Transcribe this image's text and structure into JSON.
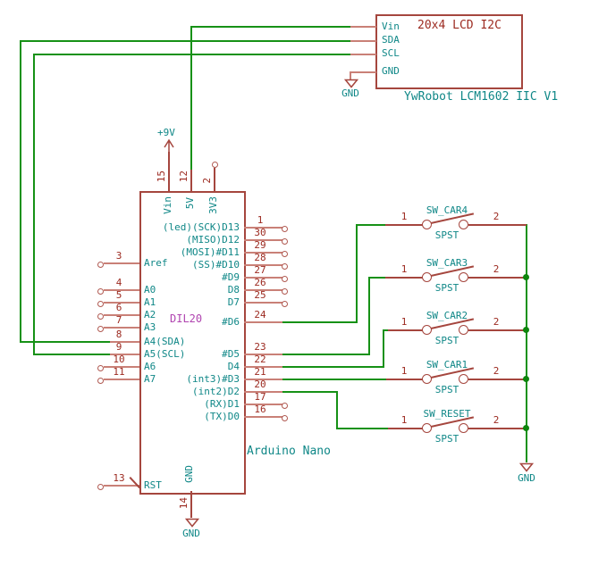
{
  "lcd": {
    "title": "20x4 LCD I2C",
    "model": "YwRobot LCM1602 IIC V1",
    "pins": {
      "vin": "Vin",
      "sda": "SDA",
      "scl": "SCL",
      "gnd": "GND"
    },
    "gnd_label": "GND"
  },
  "arduino": {
    "name": "Arduino Nano",
    "package": "DIL20",
    "power_rail": "+9V",
    "top_pins": [
      {
        "num": "15",
        "label": "Vin"
      },
      {
        "num": "12",
        "label": "5V"
      },
      {
        "num": "2",
        "label": "3V3"
      }
    ],
    "left_pins": [
      {
        "num": "3",
        "label": "Aref"
      },
      {
        "num": "4",
        "label": "A0"
      },
      {
        "num": "5",
        "label": "A1"
      },
      {
        "num": "6",
        "label": "A2"
      },
      {
        "num": "7",
        "label": "A3"
      },
      {
        "num": "8",
        "label": "A4(SDA)"
      },
      {
        "num": "9",
        "label": "A5(SCL)"
      },
      {
        "num": "10",
        "label": "A6"
      },
      {
        "num": "11",
        "label": "A7"
      }
    ],
    "right_pins": [
      {
        "num": "1",
        "label": "(led)(SCK)D13"
      },
      {
        "num": "30",
        "label": "(MISO)D12"
      },
      {
        "num": "29",
        "label": "(MOSI)#D11"
      },
      {
        "num": "28",
        "label": "(SS)#D10"
      },
      {
        "num": "27",
        "label": "#D9"
      },
      {
        "num": "26",
        "label": "D8"
      },
      {
        "num": "25",
        "label": "D7"
      },
      {
        "num": "24",
        "label": "#D6"
      },
      {
        "num": "23",
        "label": "#D5"
      },
      {
        "num": "22",
        "label": "D4"
      },
      {
        "num": "21",
        "label": "(int3)#D3"
      },
      {
        "num": "20",
        "label": "(int2)D2"
      },
      {
        "num": "17",
        "label": "(RX)D1"
      },
      {
        "num": "16",
        "label": "(TX)D0"
      }
    ],
    "rst_pin": {
      "num": "13",
      "label": "RST"
    },
    "bottom_pin": {
      "num": "14",
      "label": "GND"
    },
    "gnd_label": "GND"
  },
  "switches": [
    {
      "name": "SW_CAR4",
      "type": "SPST",
      "pin1": "1",
      "pin2": "2"
    },
    {
      "name": "SW_CAR3",
      "type": "SPST",
      "pin1": "1",
      "pin2": "2"
    },
    {
      "name": "SW_CAR2",
      "type": "SPST",
      "pin1": "1",
      "pin2": "2"
    },
    {
      "name": "SW_CAR1",
      "type": "SPST",
      "pin1": "1",
      "pin2": "2"
    },
    {
      "name": "SW_RESET",
      "type": "SPST",
      "pin1": "1",
      "pin2": "2"
    }
  ],
  "bus": {
    "gnd_label": "GND"
  },
  "colors": {
    "wire_green": "#169116",
    "component_red": "#a5463e",
    "pin_stub_pink": "#c98077",
    "text_red": "#9c2a20",
    "label_teal": "#0f8787",
    "field_purple": "#b044b0",
    "junction_green": "#0c850c"
  }
}
